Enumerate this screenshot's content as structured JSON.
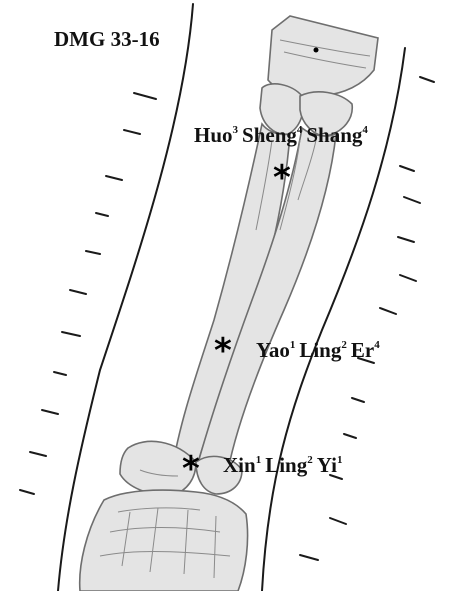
{
  "figure": {
    "code": "DMG 33-16"
  },
  "points": [
    {
      "id": "huo-sheng-shang",
      "syllables": [
        {
          "text": "Huo",
          "tone": "3"
        },
        {
          "text": "Sheng",
          "tone": "4"
        },
        {
          "text": "Shang",
          "tone": "4"
        }
      ]
    },
    {
      "id": "yao-ling-er",
      "syllables": [
        {
          "text": "Yao",
          "tone": "1"
        },
        {
          "text": "Ling",
          "tone": "2"
        },
        {
          "text": "Er",
          "tone": "4"
        }
      ]
    },
    {
      "id": "xin-ling-yi",
      "syllables": [
        {
          "text": "Xin",
          "tone": "1"
        },
        {
          "text": "Ling",
          "tone": "2"
        },
        {
          "text": "Yi",
          "tone": "1"
        }
      ]
    }
  ],
  "marker_symbol": "*",
  "colors": {
    "bone_fill": "#e4e4e4",
    "bone_stroke": "#6e6e6e",
    "outline": "#1a1a1a",
    "text": "#111111"
  }
}
